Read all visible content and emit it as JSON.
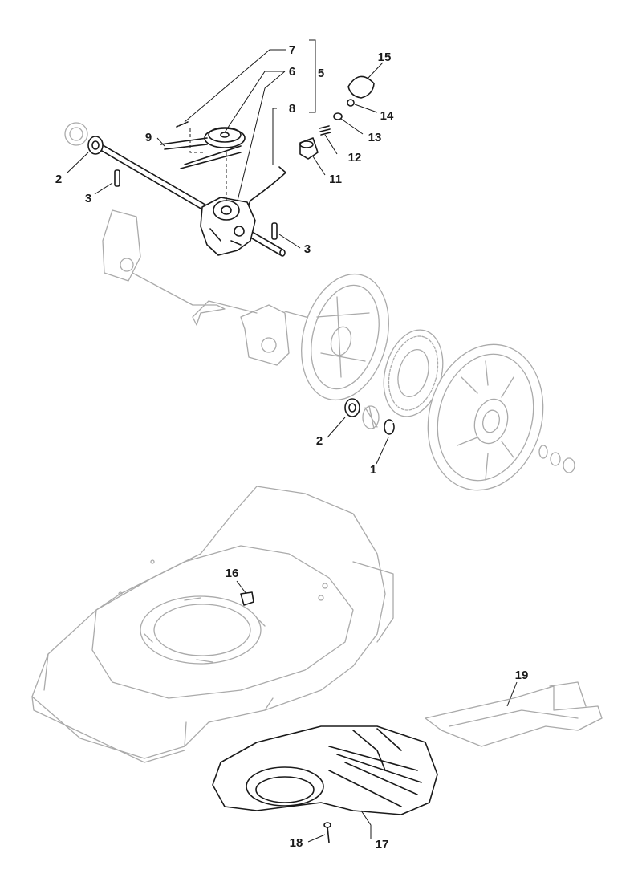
{
  "diagram": {
    "type": "exploded-parts-view",
    "labels": [
      {
        "id": "c1",
        "text": "1"
      },
      {
        "id": "c2a",
        "text": "2"
      },
      {
        "id": "c2b",
        "text": "2"
      },
      {
        "id": "c3a",
        "text": "3"
      },
      {
        "id": "c3b",
        "text": "3"
      },
      {
        "id": "c5",
        "text": "5"
      },
      {
        "id": "c6",
        "text": "6"
      },
      {
        "id": "c7",
        "text": "7"
      },
      {
        "id": "c8",
        "text": "8"
      },
      {
        "id": "c9",
        "text": "9"
      },
      {
        "id": "c11",
        "text": "11"
      },
      {
        "id": "c12",
        "text": "12"
      },
      {
        "id": "c13",
        "text": "13"
      },
      {
        "id": "c14",
        "text": "14"
      },
      {
        "id": "c15",
        "text": "15"
      },
      {
        "id": "c16",
        "text": "16"
      },
      {
        "id": "c17",
        "text": "17"
      },
      {
        "id": "c18",
        "text": "18"
      },
      {
        "id": "c19",
        "text": "19"
      }
    ],
    "colors": {
      "active_part": "#1a1a1a",
      "context_part": "#aaaaaa",
      "background": "#ffffff"
    }
  }
}
